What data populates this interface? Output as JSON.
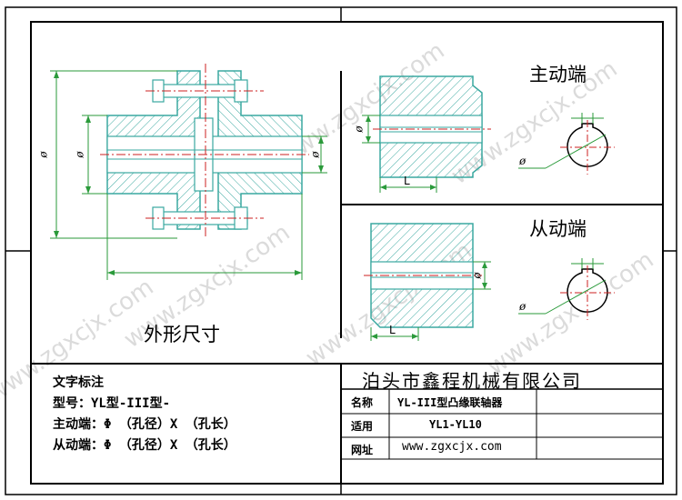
{
  "views": {
    "outline_title": "外形尺寸",
    "driving_title": "主动端",
    "driven_title": "从动端"
  },
  "dimension_labels": {
    "phi": "ø",
    "length": "L"
  },
  "notes": {
    "heading": "文字标注",
    "model": "型号：YL型-III型-",
    "driving": "主动端：Φ    （孔径）X      （孔长）",
    "driven": "从动端：Φ    （孔径）X      （孔长）"
  },
  "title_block": {
    "company": "泊头市鑫程机械有限公司",
    "rows": [
      {
        "label": "名称",
        "value": "YL-III型凸缘联轴器"
      },
      {
        "label": "适用",
        "value": "YL1-YL10"
      },
      {
        "label": "网址",
        "value": "www.zgxcjx.com"
      }
    ]
  },
  "watermark": "www.zgxcjx.com",
  "colors": {
    "line": "#000000",
    "part": "#3aa8a0",
    "dimension": "#2a9a3a",
    "centerline": "#cc2222",
    "hatch": "#3aa8a0"
  }
}
